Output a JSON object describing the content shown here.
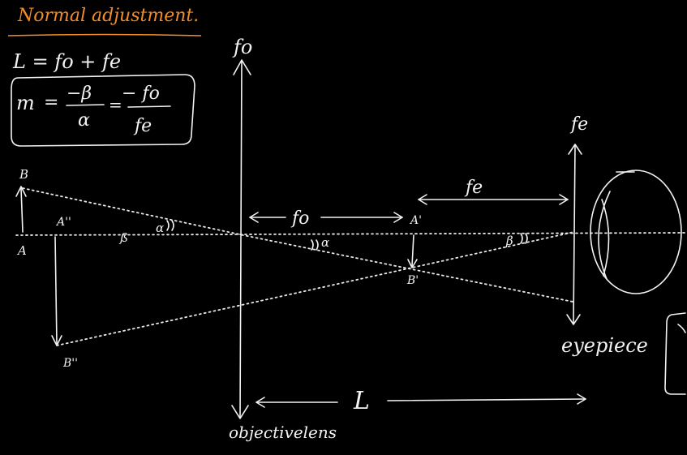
{
  "heading": {
    "title": "Normal adjustment.",
    "title_color": "#f28c28"
  },
  "formulas": {
    "length": "L = fo + fe",
    "magnification": {
      "m": "m",
      "eq1": "=",
      "num1": "−β",
      "den1": "α",
      "eq2": "=",
      "num2": "− fo",
      "den2": "fe"
    }
  },
  "diagram": {
    "objective_top_label": "fo",
    "objective_bottom_label": "objectivelens",
    "eyepiece_top_label": "fe",
    "eyepiece_bottom_label": "eyepiece",
    "fo_distance_label": "fo",
    "fe_distance_label": "fe",
    "L_label": "L",
    "point_B": "B",
    "point_A": "A",
    "point_A_double": "A''",
    "point_B_double": "B''",
    "point_A_prime": "A'",
    "point_B_prime": "B'",
    "angle_alpha_left": "α",
    "angle_beta_left": "ß",
    "angle_alpha_right": "α",
    "angle_beta_right": "β"
  },
  "ink_color": "#f2f2f2",
  "background_color": "#000000"
}
